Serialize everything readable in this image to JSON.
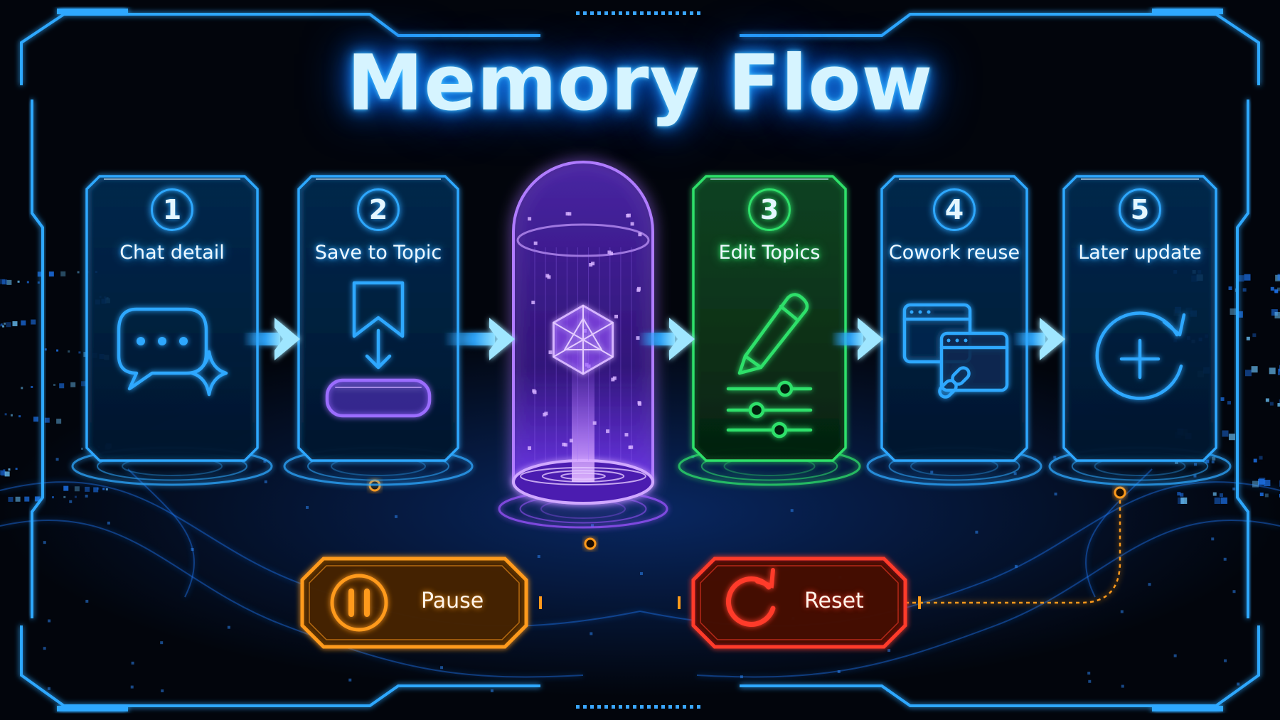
{
  "title": "Memory Flow",
  "colors": {
    "blue": "#2ea8ff",
    "purple": "#9b52ff",
    "green": "#2ee06a",
    "orange": "#ff9a1a",
    "red": "#ff3b2a"
  },
  "steps": [
    {
      "number": "1",
      "label": "Chat detail",
      "icon": "chat-bubble-sparkle-icon",
      "color": "blue"
    },
    {
      "number": "2",
      "label": "Save to Topic",
      "icon": "bookmark-save-icon",
      "color": "blue"
    },
    {
      "number": "",
      "label": "",
      "icon": "memory-capsule-icon",
      "color": "purple"
    },
    {
      "number": "3",
      "label": "Edit Topics",
      "icon": "pencil-sliders-icon",
      "color": "green"
    },
    {
      "number": "4",
      "label": "Cowork reuse",
      "icon": "linked-windows-icon",
      "color": "blue"
    },
    {
      "number": "5",
      "label": "Later update",
      "icon": "refresh-plus-icon",
      "color": "blue"
    }
  ],
  "controls": [
    {
      "label": "Pause",
      "icon": "pause-icon",
      "color": "orange"
    },
    {
      "label": "Reset",
      "icon": "reset-icon",
      "color": "red"
    }
  ]
}
